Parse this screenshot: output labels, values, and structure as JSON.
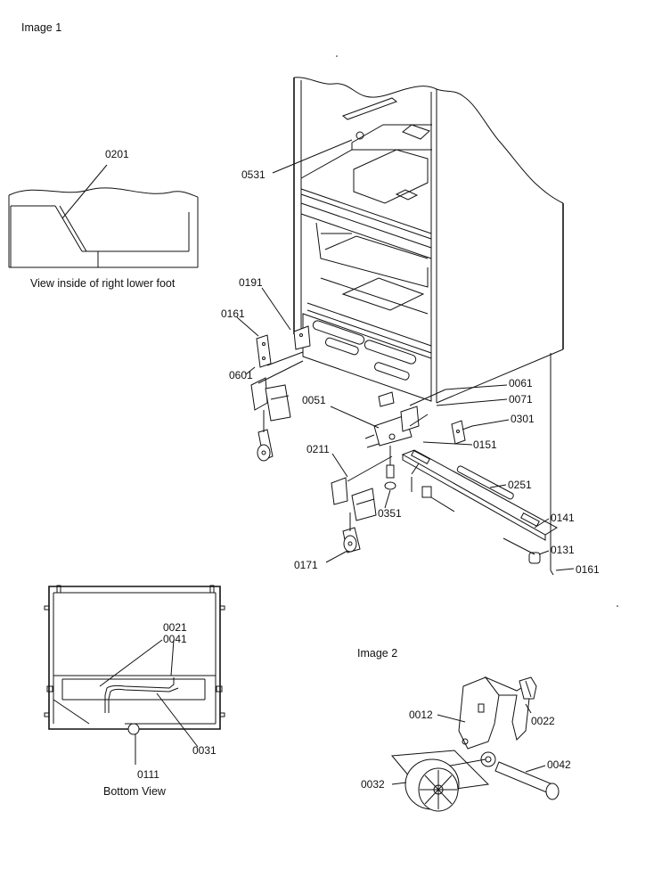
{
  "image1": {
    "title": "Image 1",
    "detail_caption": "View inside of right lower foot",
    "bottom_caption": "Bottom View"
  },
  "image2": {
    "title": "Image 2"
  },
  "parts": {
    "p0201": "0201",
    "p0531": "0531",
    "p0191": "0191",
    "p0161a": "0161",
    "p0601": "0601",
    "p0061": "0061",
    "p0071": "0071",
    "p0051": "0051",
    "p0301": "0301",
    "p0151": "0151",
    "p0211": "0211",
    "p0251": "0251",
    "p0351": "0351",
    "p0141": "0141",
    "p0171": "0171",
    "p0131": "0131",
    "p0161b": "0161",
    "p0021": "0021",
    "p0041": "0041",
    "p0031": "0031",
    "p0111": "0111",
    "p0012": "0012",
    "p0022": "0022",
    "p0042": "0042",
    "p0032": "0032"
  }
}
